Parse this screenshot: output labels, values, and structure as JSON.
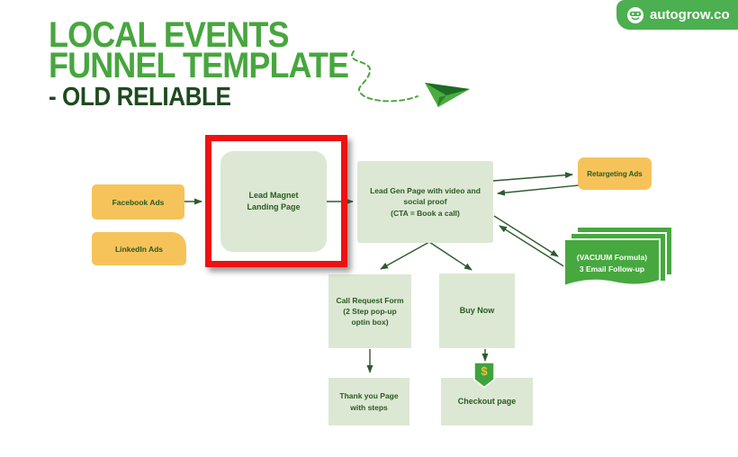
{
  "brand": {
    "name": "autogrow.co",
    "icon": "autogrow-face-icon",
    "color": "#4caf50"
  },
  "title": {
    "line1": "LOCAL EVENTS",
    "line2": "FUNNEL TEMPLATE",
    "line3": "- OLD RELIABLE",
    "accent_color": "#47a63e",
    "dark_color": "#1e4a20"
  },
  "decor": {
    "plane_icon": "paper-plane-icon",
    "trail_style": "green-dashed-squiggle",
    "dollar_badge_icon": "dollar-badge-icon",
    "dollar_symbol": "$"
  },
  "colors": {
    "ad_box": "#f6c35b",
    "page_box": "#dce8d4",
    "email_card": "#46a83e",
    "arrow": "#2d5b2d",
    "highlight_red": "#ee1111",
    "node_text": "#2a5a20"
  },
  "diagram": {
    "nodes": [
      {
        "id": "facebook-ads",
        "label": "Facebook Ads"
      },
      {
        "id": "linkedin-ads",
        "label": "LinkedIn Ads"
      },
      {
        "id": "lead-magnet-landing-page",
        "label": "Lead Magnet\nLanding Page",
        "highlighted": true
      },
      {
        "id": "lead-gen-page",
        "label": "Lead Gen Page with video and\nsocial proof\n(CTA = Book a call)"
      },
      {
        "id": "retargeting-ads",
        "label": "Retargeting Ads"
      },
      {
        "id": "email-follow-up",
        "label": "(VACUUM Formula)\n3 Email Follow-up"
      },
      {
        "id": "call-request-form",
        "label": "Call Request Form\n(2 Step pop-up\noptin box)"
      },
      {
        "id": "buy-now",
        "label": "Buy Now"
      },
      {
        "id": "thank-you-page",
        "label": "Thank you Page\nwith steps"
      },
      {
        "id": "checkout-page",
        "label": "Checkout page",
        "badge": "$"
      }
    ]
  }
}
